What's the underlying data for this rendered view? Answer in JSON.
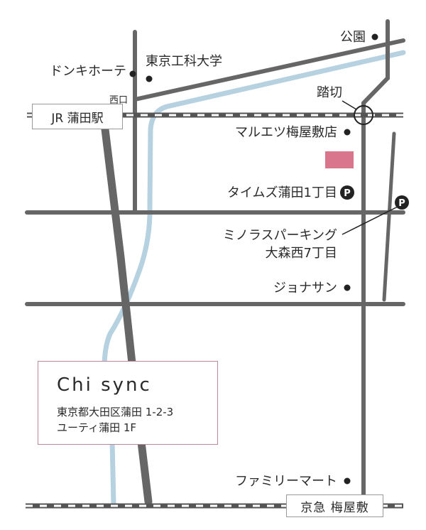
{
  "stations": {
    "jr": "JR 蒲田駅",
    "keikyu": "京急 梅屋敷"
  },
  "exit_label": "西口",
  "crossing_label": "踏切",
  "landmarks": [
    {
      "id": "park",
      "name": "公園",
      "marker": "dot"
    },
    {
      "id": "tokyo-koka",
      "name": "東京工科大学",
      "marker": "dot"
    },
    {
      "id": "donki",
      "name": "ドンキホーテ",
      "marker": "dot"
    },
    {
      "id": "maruetsu",
      "name": "マルエツ梅屋敷店",
      "marker": "dot"
    },
    {
      "id": "times",
      "name": "タイムズ蒲田1丁目",
      "marker": "parking"
    },
    {
      "id": "minoras",
      "name": "ミノラスパーキング",
      "name2": "大森西7丁目",
      "marker": "parking"
    },
    {
      "id": "jonathan",
      "name": "ジョナサン",
      "marker": "dot"
    },
    {
      "id": "familymart",
      "name": "ファミリーマート",
      "marker": "dot"
    }
  ],
  "parking_symbol": "P",
  "shop": {
    "name": "Chi sync",
    "address_line1": "東京都大田区蒲田 1-2-3",
    "address_line2": "ユーティ蒲田 1F"
  },
  "colors": {
    "road": "#666666",
    "river": "#b6d1e0",
    "shop_marker": "#d9768e",
    "shop_border": "#b88a99",
    "rail_dark": "#555555"
  }
}
